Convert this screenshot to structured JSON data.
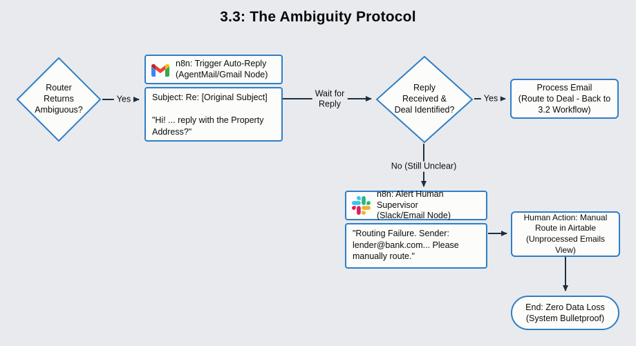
{
  "title": "3.3: The Ambiguity Protocol",
  "nodes": {
    "router_decision": {
      "label": "Router\nReturns\nAmbiguous?"
    },
    "auto_reply": {
      "icon": "gmail-icon",
      "header": "n8n: Trigger Auto-Reply\n(AgentMail/Gmail Node)",
      "body": "Subject: Re: [Original Subject]\n\n\"Hi! ... reply with the Property\nAddress?\""
    },
    "reply_decision": {
      "label": "Reply\nReceived &\nDeal Identified?"
    },
    "process_email": {
      "label": "Process Email\n(Route to Deal - Back to\n3.2 Workflow)"
    },
    "alert_supervisor": {
      "icon": "slack-icon",
      "header": "n8n: Alert Human Supervisor\n(Slack/Email Node)",
      "body": "\"Routing Failure. Sender:\nlender@bank.com... Please\nmanually route.\""
    },
    "human_action": {
      "label": "Human Action: Manual\nRoute in Airtable\n(Unprocessed Emails View)"
    },
    "end": {
      "label": "End: Zero Data Loss\n(System Bulletproof)"
    }
  },
  "edges": {
    "router_yes": "Yes",
    "wait_for_reply": "Wait for\nReply",
    "reply_yes": "Yes",
    "reply_no": "No (Still Unclear)"
  },
  "colors": {
    "background": "#e8eaee",
    "node_fill": "#fcfcfa",
    "node_border": "#2e7ec6",
    "arrow": "#1f2e3e",
    "gmail_red": "#ea4335",
    "gmail_blue": "#4285f4",
    "gmail_green": "#34a853",
    "gmail_yellow": "#fbbc04",
    "slack_blue": "#36c5f0",
    "slack_green": "#2eb67d",
    "slack_red": "#e01e5a",
    "slack_yellow": "#ecb22c"
  }
}
